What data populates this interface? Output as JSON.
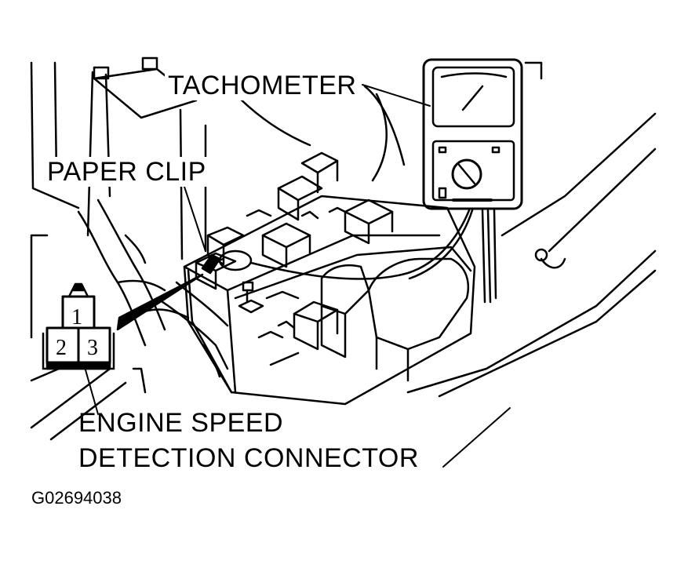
{
  "labels": {
    "tachometer": "TACHOMETER",
    "paper_clip": "PAPER CLIP",
    "connector_line1": "ENGINE SPEED",
    "connector_line2": "DETECTION CONNECTOR",
    "figure_id": "G02694038"
  },
  "connector_pins": [
    "1",
    "2",
    "3"
  ],
  "colors": {
    "ink": "#000000",
    "paper": "#ffffff"
  }
}
